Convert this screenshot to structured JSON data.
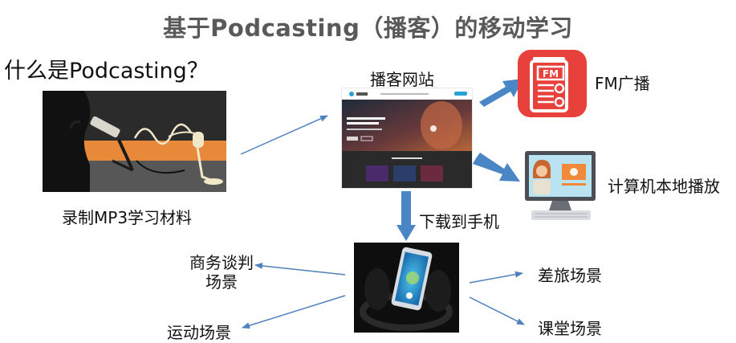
{
  "title": "基于Podcasting（播客）的移动学习",
  "subtitle": "什么是Podcasting？",
  "labels": {
    "record": "录制MP3学习材料",
    "podcast_site": "播客网站",
    "fm": "FM广播",
    "computer": "计算机本地播放",
    "download": "下载到手机",
    "business": "商务谈判",
    "business_line2": "场景",
    "sports": "运动场景",
    "travel": "差旅场景",
    "classroom": "课堂场景"
  },
  "fm_logo": "FM",
  "colors": {
    "arrow_thin": "#4f81bd",
    "arrow_block": "#4a86c5",
    "fm_red": "#e8403a",
    "title_gray": "#595959"
  }
}
